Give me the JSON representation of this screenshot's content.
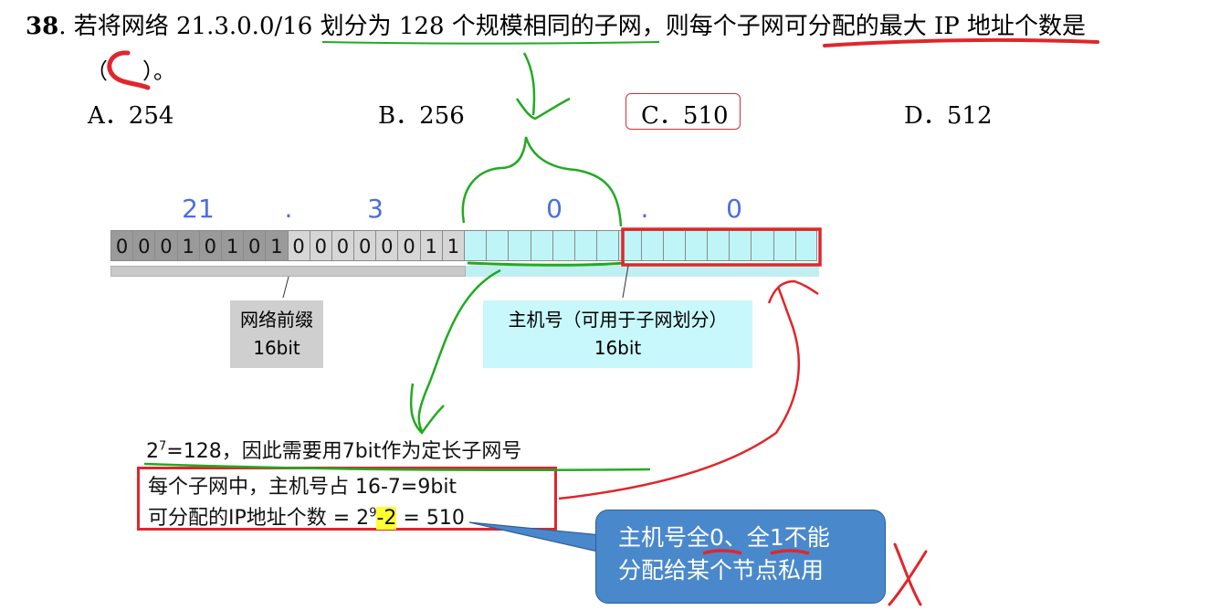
{
  "question": {
    "number": "38",
    "dot": ".",
    "text": "若将网络 21.3.0.0/16 划分为 128 个规模相同的子网，则每个子网可分配的最大 IP 地址个数是",
    "paren_open": "（",
    "paren_close": "）。",
    "options": [
      {
        "label": "A",
        "value": "254"
      },
      {
        "label": "B",
        "value": "256"
      },
      {
        "label": "C",
        "value": "510"
      },
      {
        "label": "D",
        "value": "512"
      }
    ],
    "option_sep": "．"
  },
  "diagram": {
    "octets": [
      "21",
      "3",
      "0",
      "0"
    ],
    "octet_dot": ".",
    "bits_net": [
      "0",
      "0",
      "0",
      "1",
      "0",
      "1",
      "0",
      "1",
      "0",
      "0",
      "0",
      "0",
      "0",
      "0",
      "1",
      "1"
    ],
    "network_prefix_label": "网络前缀",
    "network_prefix_bits": "16bit",
    "host_label": "主机号（可用于子网划分）",
    "host_bits": "16bit"
  },
  "notes": {
    "line1_base": "2",
    "line1_exp": "7",
    "line1_rest": "=128，因此需要用7bit作为定长子网号",
    "line2": "每个子网中，主机号占 16-7=9bit",
    "line3_prefix": "可分配的IP地址个数 = 2",
    "line3_exp": "9",
    "line3_highlight": "-2",
    "line3_suffix": " = 510"
  },
  "callout": {
    "line1": "主机号全0、全1不能",
    "line2": "分配给某个节点私用"
  },
  "colors": {
    "octet_text": "#4a6ee0",
    "host_fill": "#bfeff1",
    "annotation_red": "#e0262c",
    "annotation_green": "#22aa22",
    "callout_fill": "#4a88cc"
  }
}
